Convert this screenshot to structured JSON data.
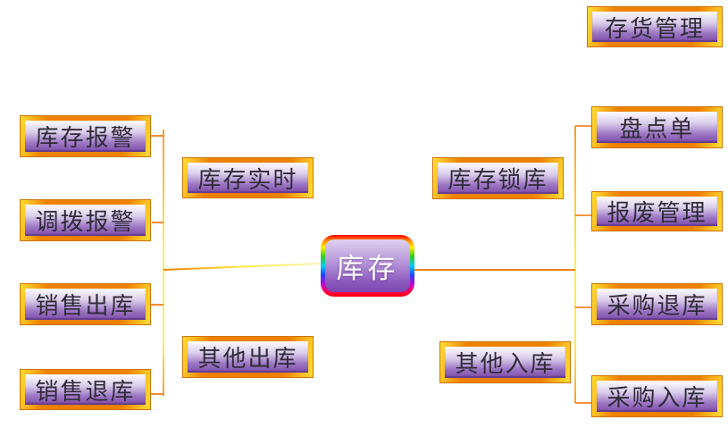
{
  "app": {
    "type": "mind-map",
    "background": "#ffffff"
  },
  "colors": {
    "border_orange": "#ef8000",
    "border_yellow": "#ffdf35",
    "fill_top": "#fdfcff",
    "fill_mid": "#d8cbe9",
    "fill_deep": "#7c4ca9",
    "topic_text": "#2f2b38",
    "center_text": "#ffffff",
    "line_orange": "#ee6f00",
    "line_yellow": "#ffe93a"
  },
  "center": {
    "label": "库存"
  },
  "topics": {
    "inventory_mgmt": {
      "label": "存货管理"
    },
    "stock_alert": {
      "label": "库存报警"
    },
    "transfer_alert": {
      "label": "调拨报警"
    },
    "sales_outbound": {
      "label": "销售出库"
    },
    "sales_return": {
      "label": "销售退库"
    },
    "realtime_stock": {
      "label": "库存实时"
    },
    "other_outbound": {
      "label": "其他出库"
    },
    "stock_lock": {
      "label": "库存锁库"
    },
    "other_inbound": {
      "label": "其他入库"
    },
    "stocktake_sheet": {
      "label": "盘点单"
    },
    "scrap_mgmt": {
      "label": "报废管理"
    },
    "purchase_return": {
      "label": "采购退库"
    },
    "purchase_inbound": {
      "label": "采购入库"
    }
  }
}
